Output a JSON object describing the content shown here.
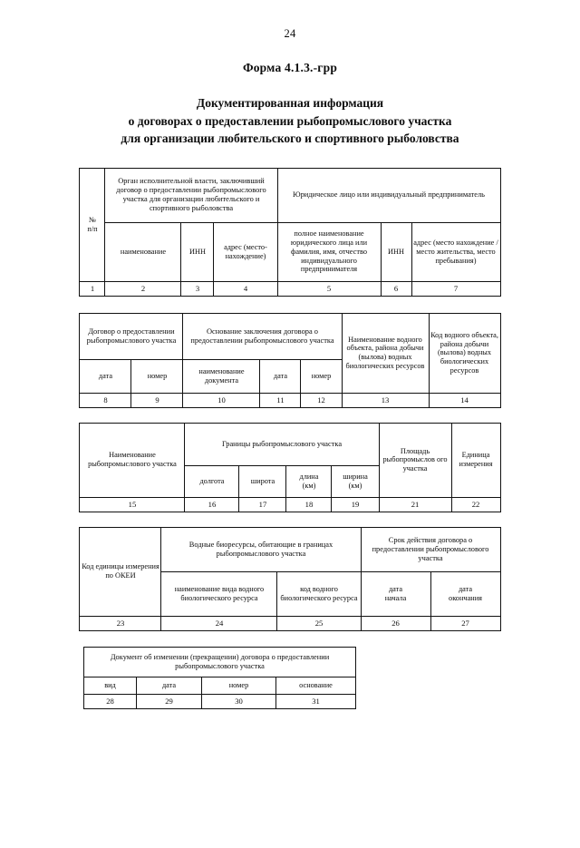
{
  "page": {
    "number": "24",
    "form_code": "Форма 4.1.3.-грр",
    "title_line1": "Документированная информация",
    "title_line2": "о договорах о предоставлении рыбопромыслового участка",
    "title_line3": "для организации любительского и спортивного рыболовства"
  },
  "table1": {
    "h_np": "№\nп/п",
    "h_np_l1": "№",
    "h_np_l2": "п/п",
    "h_authority": "Орган исполнительной власти, заключивший договор о предоставлении рыбопромыслового участка для организации любительского и спортивного рыболовства",
    "h_entity": "Юридическое лицо или индивидуальный предприниматель",
    "h_name": "наименование",
    "h_inn": "ИНН",
    "h_address": "адрес (место-нахождение)",
    "h_full_name": "полное наименование юридического лица или фамилия, имя, отчество индивидуального предпринимателя",
    "h_inn2": "ИНН",
    "h_address2": "адрес (место нахождение / место жительства, место пребывания)",
    "nums": [
      "1",
      "2",
      "3",
      "4",
      "5",
      "6",
      "7"
    ]
  },
  "table2": {
    "h_contract": "Договор о предоставлении рыбопромыслового участка",
    "h_basis": "Основание заключения договора о предоставлении рыбопромыслового участка",
    "h_waterbody_name": "Наименование водного объекта, района добычи (вылова) водных биологических ресурсов",
    "h_waterbody_code": "Код водного объекта, района добычи (вылова) водных биологических ресурсов",
    "h_date": "дата",
    "h_number": "номер",
    "h_doc_name": "наименование документа",
    "h_date2": "дата",
    "h_number2": "номер",
    "nums": [
      "8",
      "9",
      "10",
      "11",
      "12",
      "13",
      "14"
    ]
  },
  "table3": {
    "h_plot_name": "Наименование рыбопромыслового участка",
    "h_borders": "Границы  рыбопромыслового участка",
    "h_area": "Площадь рыбопромыслов ого участка",
    "h_unit": "Единица измерения",
    "h_longitude": "долгота",
    "h_latitude": "широта",
    "h_length": "длина (км)",
    "h_length_l1": "длина",
    "h_length_l2": "(км)",
    "h_width": "ширина (км)",
    "h_width_l1": "ширина",
    "h_width_l2": "(км)",
    "nums": [
      "15",
      "16",
      "17",
      "18",
      "19",
      "21",
      "22"
    ]
  },
  "table4": {
    "h_unit_code": "Код единицы измерения по ОКЕИ",
    "h_bioresources": "Водные биоресурсы, обитающие в границах рыбопромыслового участка",
    "h_term": "Срок действия договора о предоставлении рыбопромыслового участка",
    "h_species_name": "наименование вида водного биологического ресурса",
    "h_species_code": "код водного биологического ресурса",
    "h_date_start": "дата начала",
    "h_date_start_l1": "дата",
    "h_date_start_l2": "начала",
    "h_date_end": "дата окончания",
    "h_date_end_l1": "дата",
    "h_date_end_l2": "окончания",
    "nums": [
      "23",
      "24",
      "25",
      "26",
      "27"
    ]
  },
  "table5": {
    "h_change_doc": "Документ об изменении (прекращении) договора о предоставлении рыбопромыслового участка",
    "h_kind": "вид",
    "h_date": "дата",
    "h_number": "номер",
    "h_basis": "основание",
    "nums": [
      "28",
      "29",
      "30",
      "31"
    ]
  }
}
